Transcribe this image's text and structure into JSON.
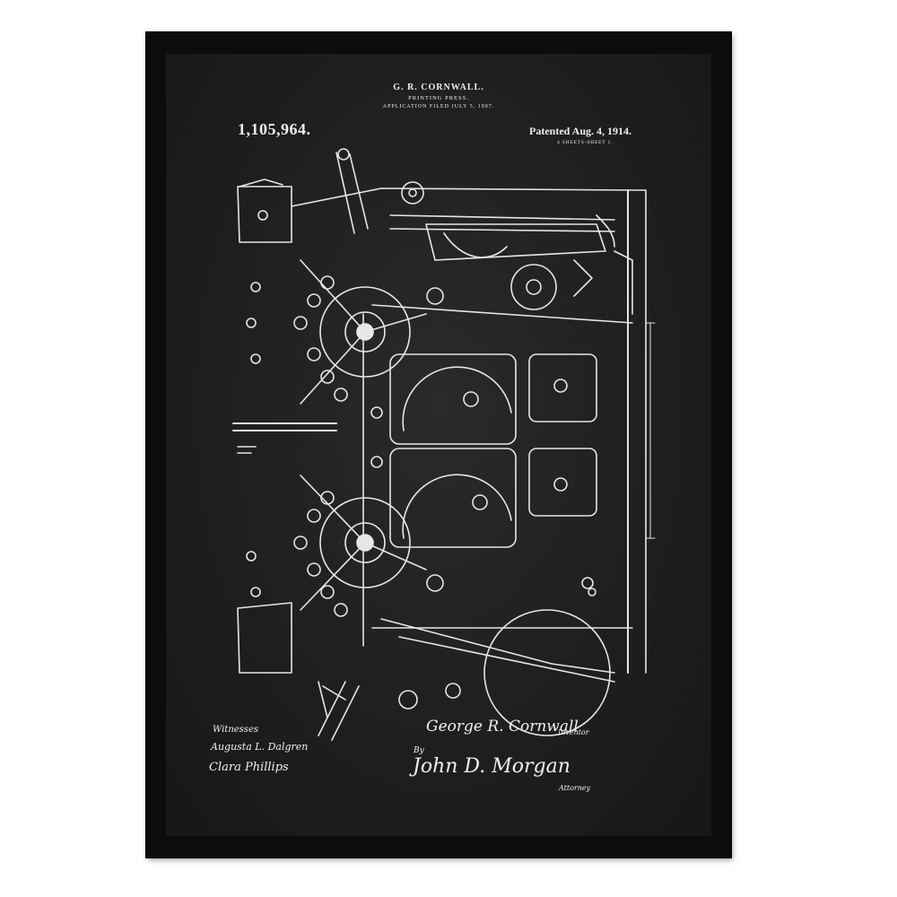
{
  "patent": {
    "inventor_name": "G. R. CORNWALL.",
    "subtitle": "PRINTING PRESS.",
    "application": "APPLICATION FILED JULY 5, 1907.",
    "number": "1,105,964.",
    "date": "Patented Aug. 4, 1914.",
    "sheets": "4 SHEETS-SHEET 1."
  },
  "signatures": {
    "witnesses_label": "Witnesses",
    "witness_1": "Augusta L. Dalgren",
    "witness_2": "Clara Phillips",
    "inventor": "George R. Cornwall",
    "inventor_label": "Inventor",
    "by": "By",
    "attorney": "John D. Morgan",
    "attorney_label": "Attorney"
  },
  "colors": {
    "frame": "#0c0c0c",
    "paper": "#1e1e1f",
    "ink": "#eeeeee"
  }
}
